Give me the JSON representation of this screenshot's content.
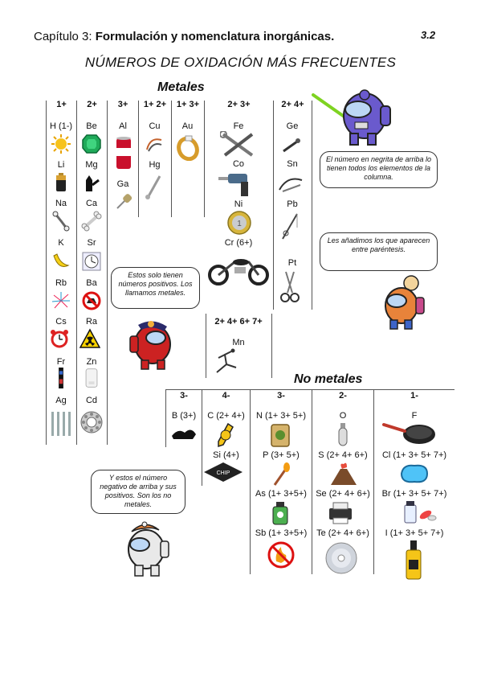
{
  "header": {
    "chapter_prefix": "Capítulo 3: ",
    "chapter_title": "Formulación y nomenclatura inorgánicas.",
    "page_number": "3.2",
    "main_title": "NÚMEROS DE OXIDACIÓN MÁS FRECUENTES"
  },
  "metals": {
    "section_label": "Metales",
    "headers": [
      "1+",
      "2+",
      "3+",
      "1+ 2+",
      "1+ 3+",
      "2+ 3+",
      "2+ 4+",
      "2+ 4+ 6+ 7+"
    ],
    "group1": [
      "H (1-)",
      "Li",
      "Na",
      "K",
      "Rb",
      "Cs",
      "Fr",
      "Ag"
    ],
    "group2": [
      "Be",
      "Mg",
      "Ca",
      "Sr",
      "Ba",
      "Ra",
      "Zn",
      "Cd"
    ],
    "group3": [
      "Al",
      "Ga"
    ],
    "group12": [
      "Cu",
      "Hg"
    ],
    "group13": [
      "Au"
    ],
    "group23": [
      "Fe",
      "Co",
      "Ni",
      "Cr (6+)"
    ],
    "group24": [
      "Ge",
      "Sn",
      "Pb",
      "Pt"
    ],
    "group2467": [
      "Mn"
    ]
  },
  "nonmetals": {
    "section_label": "No metales",
    "headers": [
      "3-",
      "4-",
      "3-",
      "2-",
      "1-"
    ],
    "col1": [
      "B (3+)"
    ],
    "col2": [
      "C (2+ 4+)",
      "Si (4+)"
    ],
    "col3": [
      "N (1+ 3+ 5+)",
      "P (3+ 5+)",
      "As (1+ 3+5+)",
      "Sb (1+ 3+5+)"
    ],
    "col4": [
      "O",
      "S (2+ 4+ 6+)",
      "Se (2+ 4+ 6+)",
      "Te (2+ 4+ 6+)"
    ],
    "col5": [
      "F",
      "Cl (1+ 3+ 5+ 7+)",
      "Br (1+ 3+ 5+ 7+)",
      "I (1+ 3+ 5+ 7+)"
    ]
  },
  "bubbles": {
    "bold_note": "El número en negrita de arriba lo tienen todos los elementos de la columna.",
    "parenthesis_note": "Les añadimos los que aparecen entre paréntesis.",
    "positive_note": "Estos solo tienen números positivos. Los llamamos metales.",
    "negative_note": "Y estos el número negativo de arriba y sus positivos. Son los no metales."
  },
  "colors": {
    "rule": "#555555",
    "bubble_border": "#333333",
    "character_purple": "#6a5acd",
    "character_red": "#cc2222",
    "character_orange": "#e8833a",
    "character_white": "#e9e9e9"
  }
}
